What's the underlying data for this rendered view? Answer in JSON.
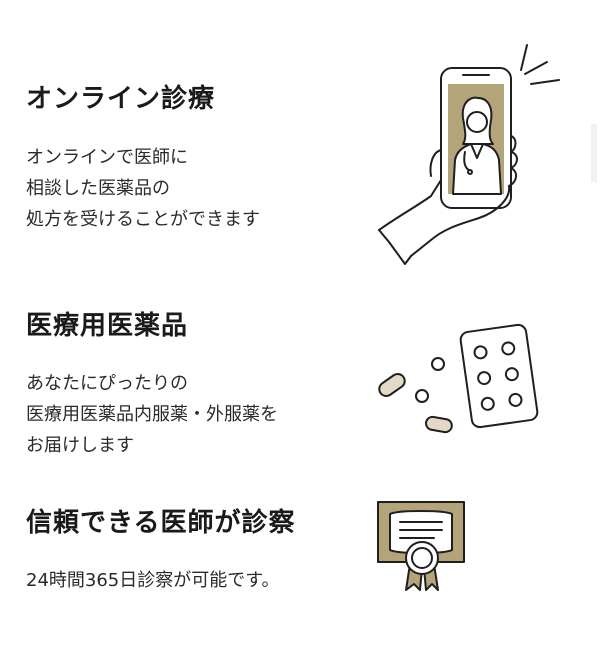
{
  "colors": {
    "accent_gold": "#b3a47a",
    "ink": "#1f1f1f",
    "pill_fill": "#e4d8c6"
  },
  "features": [
    {
      "title": "オンライン診療",
      "description": "オンラインで医師に\n相談した医薬品の\n処方を受けることができます",
      "icon": "smartphone-doctor-icon"
    },
    {
      "title": "医療用医薬品",
      "description": "あなたにぴったりの\n医療用医薬品内服薬・外服薬を\nお届けします",
      "icon": "pills-blister-icon"
    },
    {
      "title": "信頼できる医師が診察",
      "description": "24時間365日診察が可能です。",
      "icon": "certificate-icon"
    }
  ]
}
